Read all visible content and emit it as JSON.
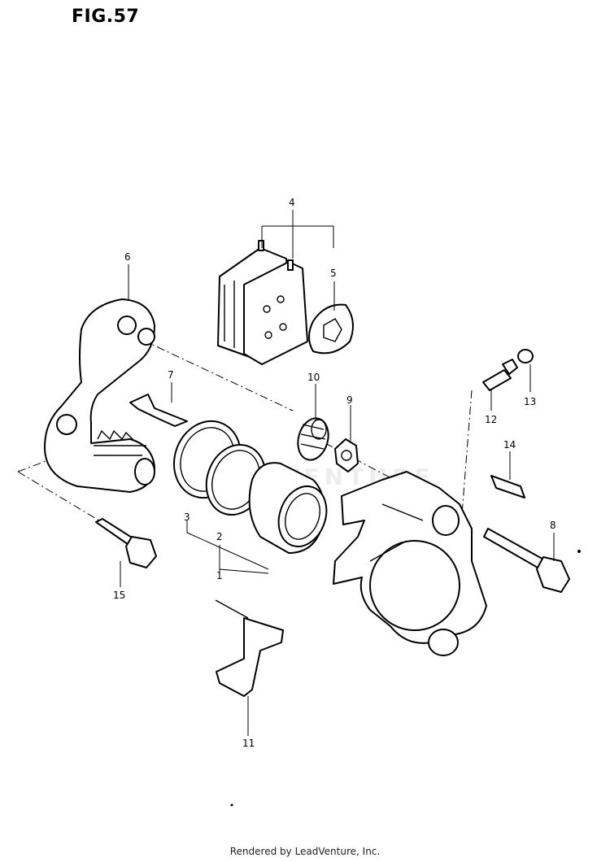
{
  "figure": {
    "title": "FIG.57"
  },
  "callouts": [
    {
      "id": "1",
      "label": "1"
    },
    {
      "id": "2",
      "label": "2"
    },
    {
      "id": "3",
      "label": "3"
    },
    {
      "id": "4",
      "label": "4"
    },
    {
      "id": "5",
      "label": "5"
    },
    {
      "id": "6",
      "label": "6"
    },
    {
      "id": "7",
      "label": "7"
    },
    {
      "id": "8",
      "label": "8"
    },
    {
      "id": "9",
      "label": "9"
    },
    {
      "id": "10",
      "label": "10"
    },
    {
      "id": "11",
      "label": "11"
    },
    {
      "id": "12",
      "label": "12"
    },
    {
      "id": "13",
      "label": "13"
    },
    {
      "id": "14",
      "label": "14"
    },
    {
      "id": "15",
      "label": "15"
    }
  ],
  "watermark": {
    "text": "LEADVENTURE"
  },
  "footer": {
    "text": "Rendered by LeadVenture, Inc."
  }
}
